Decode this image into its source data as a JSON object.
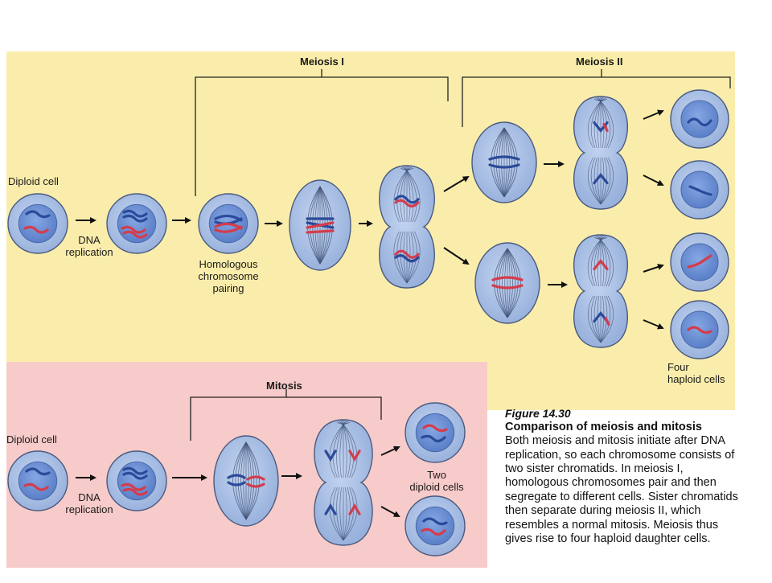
{
  "meiosis_panel": {
    "meiosis1_label": "Meiosis I",
    "meiosis2_label": "Meiosis II",
    "diploid_cell_label": "Diploid cell",
    "dna_replication_label": [
      "DNA",
      "replication"
    ],
    "pairing_label": [
      "Homologous",
      "chromosome",
      "pairing"
    ],
    "result_label": [
      "Four",
      "haploid cells"
    ]
  },
  "mitosis_panel": {
    "mitosis_label": "Mitosis",
    "diploid_cell_label": "Diploid cell",
    "dna_replication_label": [
      "DNA",
      "replication"
    ],
    "result_label": [
      "Two",
      "diploid cells"
    ]
  },
  "caption": {
    "figure_number": "Figure 14.30",
    "title": "Comparison of meiosis and mitosis",
    "body": "Both meiosis and mitosis initiate after DNA replication, so each chromosome consists of two sister chromatids. In meiosis I, homologous chromosomes pair and then segregate to different cells. Sister chromatids then separate during meiosis II, which resembles a normal mitosis. Meiosis thus gives rise to four haploid daughter cells."
  },
  "colors": {
    "meiosis_bg": "#faedab",
    "mitosis_bg": "#f7cbc9",
    "cell_fill": "#a8bfe4",
    "cell_stroke": "#4a5a80",
    "nucleus_fill": "#6f93d6",
    "chromosome_blue": "#2b4a9a",
    "chromosome_red": "#d43c4c"
  }
}
